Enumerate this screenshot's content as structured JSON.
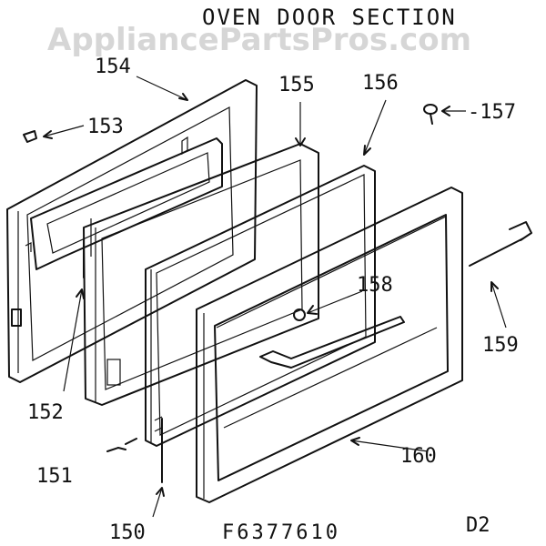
{
  "title": "OVEN DOOR SECTION",
  "watermark": "AppliancePartsPros.com",
  "model_number": "F6377610",
  "page_code": "D2",
  "parts": {
    "p150": "150",
    "p151": "151",
    "p152": "152",
    "p153": "153",
    "p154": "154",
    "p155": "155",
    "p156": "156",
    "p157": "-157",
    "p158": "158",
    "p159": "159",
    "p160": "160"
  }
}
